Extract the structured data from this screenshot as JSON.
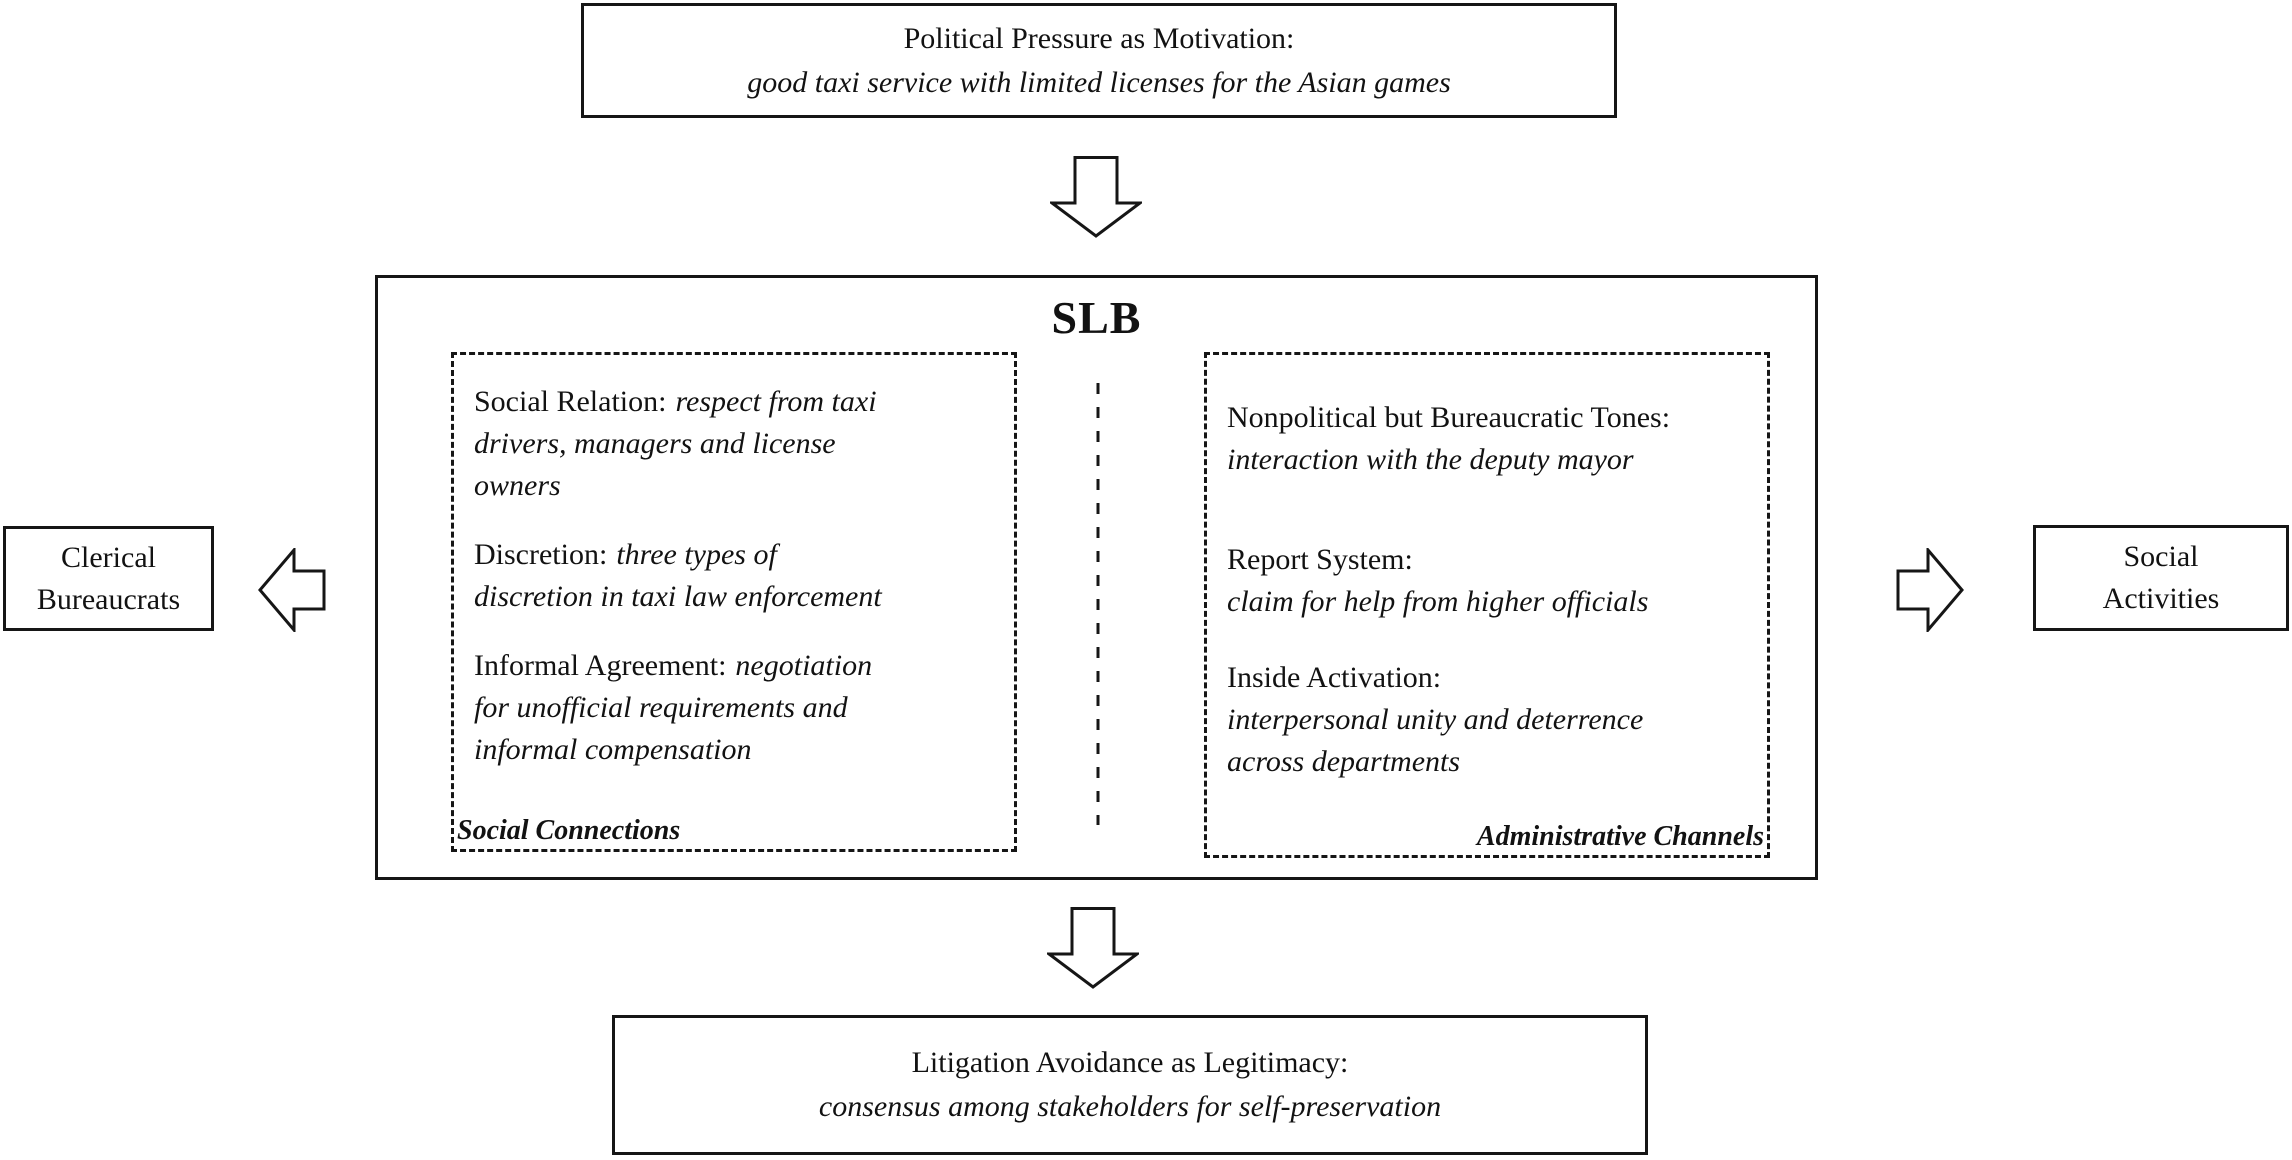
{
  "colors": {
    "ink": "#161616",
    "background": "#ffffff"
  },
  "top_box": {
    "title": "Political Pressure as Motivation:",
    "subtitle": "good taxi service with limited licenses for the Asian games"
  },
  "slb": {
    "title": "SLB",
    "left_panel": {
      "caption": "Social Connections",
      "items": [
        {
          "label": "Social Relation:",
          "detail": "respect from taxi\ndrivers, managers  and license\nowners"
        },
        {
          "label": "Discretion:",
          "detail": "three types of\ndiscretion in taxi law enforcement"
        },
        {
          "label": "Informal Agreement:",
          "detail": "negotiation\nfor unofficial requirements and\ninformal compensation"
        }
      ]
    },
    "right_panel": {
      "caption": "Administrative Channels",
      "items": [
        {
          "label": "Nonpolitical but Bureaucratic Tones:",
          "detail": "interaction with the deputy mayor"
        },
        {
          "label": "Report System:",
          "detail": "claim for help from higher officials"
        },
        {
          "label": "Inside Activation:",
          "detail": "interpersonal unity and deterrence\nacross departments"
        }
      ]
    }
  },
  "left_box": {
    "label": "Clerical\nBureaucrats"
  },
  "right_box": {
    "label": "Social\nActivities"
  },
  "bottom_box": {
    "title": "Litigation Avoidance as Legitimacy:",
    "subtitle": "consensus among stakeholders for self-preservation"
  },
  "icons": {
    "top_arrow": "down-block-arrow",
    "bottom_arrow": "down-block-arrow",
    "left_arrow": "left-block-arrow",
    "right_arrow": "right-block-arrow"
  }
}
